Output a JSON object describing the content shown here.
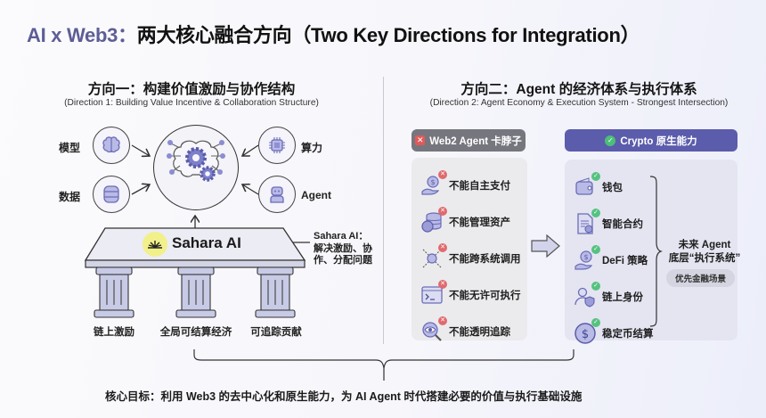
{
  "header": {
    "title_accent": "AI x Web3：",
    "title_rest": "两大核心融合方向（Two Key Directions for Integration）"
  },
  "direction1": {
    "title": "方向一：构建价值激励与协作结构",
    "subtitle": "(Direction 1: Building Value Incentive & Collaboration Structure)",
    "inputs": [
      {
        "label": "模型",
        "icon": "brain-icon"
      },
      {
        "label": "数据",
        "icon": "database-icon"
      },
      {
        "label": "算力",
        "icon": "chip-icon"
      },
      {
        "label": "Agent",
        "icon": "robot-icon"
      }
    ],
    "center_icon": "brain-gears-icon",
    "platform": {
      "label": "Sahara AI",
      "logo": "sun-rays-logo-icon"
    },
    "note": {
      "line1": "Sahara AI：",
      "line2": "解决激励、协",
      "line3": "作、分配问题"
    },
    "pillars": [
      "链上激励",
      "全局可结算经济",
      "可追踪贡献"
    ]
  },
  "direction2": {
    "title": "方向二：Agent 的经济体系与执行体系",
    "subtitle": "(Direction 2: Agent Economy & Execution System - Strongest Intersection)",
    "web2": {
      "header": "Web2 Agent 卡脖子",
      "items": [
        {
          "label": "不能自主支付",
          "icon": "hand-coin-icon"
        },
        {
          "label": "不能管理资产",
          "icon": "coin-stack-icon"
        },
        {
          "label": "不能跨系统调用",
          "icon": "network-nodes-icon"
        },
        {
          "label": "不能无许可执行",
          "icon": "terminal-icon"
        },
        {
          "label": "不能透明追踪",
          "icon": "eye-magnifier-icon"
        }
      ]
    },
    "crypto": {
      "header": "Crypto 原生能力",
      "items": [
        {
          "label": "钱包",
          "icon": "wallet-icon"
        },
        {
          "label": "智能合约",
          "icon": "contract-icon"
        },
        {
          "label": "DeFi 策略",
          "icon": "hand-coin-icon"
        },
        {
          "label": "链上身份",
          "icon": "user-shield-icon"
        },
        {
          "label": "稳定币结算",
          "icon": "dollar-coin-icon"
        }
      ]
    },
    "future": {
      "line1": "未来 Agent",
      "line2": "底层“执行系统”",
      "pill": "优先金融场景"
    }
  },
  "footer": {
    "goal": "核心目标：利用 Web3 的去中心化和原生能力，为 AI Agent 时代搭建必要的价值与执行基础设施"
  },
  "colors": {
    "accent": "#5e5d96",
    "icon_fill": "#7a7bc4",
    "bad_header": "#76767f",
    "good_header": "#5b5cac",
    "error": "#e06a6e",
    "success": "#55c27f",
    "sahara_logo_bg": "#f2f08a"
  }
}
